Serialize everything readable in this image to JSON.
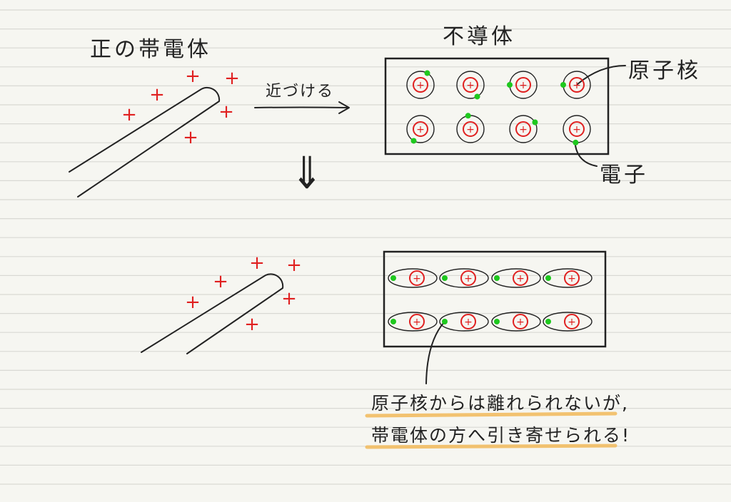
{
  "labels": {
    "charged_body": "正の帯電体",
    "insulator": "不導体",
    "approach": "近づける",
    "nucleus": "原子核",
    "electron": "電子",
    "note_line1": "原子核からは離れられないが,",
    "note_line2": "帯電体の方へ引き寄せられる!"
  },
  "symbols": {
    "plus": "+",
    "down_arrow": "⇓"
  },
  "colors": {
    "paper": "#f6f6f1",
    "rule_line": "#d9d9d4",
    "ink": "#222222",
    "charge": "#e02020",
    "electron": "#1ec81e",
    "highlight": "#f2bd62"
  }
}
